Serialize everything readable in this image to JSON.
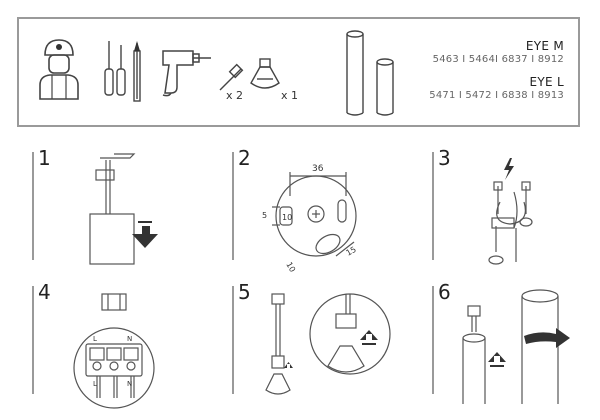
{
  "header": {
    "quantities": {
      "anchor": "x 2",
      "bulb": "x 1"
    },
    "models": [
      {
        "name": "EYE M",
        "codes": "5463 I 5464I 6837 I 8912"
      },
      {
        "name": "EYE L",
        "codes": "5471 I 5472 I 6838 I 8913"
      }
    ]
  },
  "steps": [
    {
      "number": "1"
    },
    {
      "number": "2",
      "dims": {
        "top": "36",
        "left": "5",
        "slot": "10",
        "diag_a": "15",
        "diag_b": "10"
      }
    },
    {
      "number": "3"
    },
    {
      "number": "4",
      "terminals_top": [
        "L",
        "N"
      ],
      "terminals_bottom": [
        "L",
        "N"
      ]
    },
    {
      "number": "5"
    },
    {
      "number": "6"
    }
  ],
  "colors": {
    "frame": "#9a9a9a",
    "line": "#555555",
    "accent_fill": "#333333"
  }
}
